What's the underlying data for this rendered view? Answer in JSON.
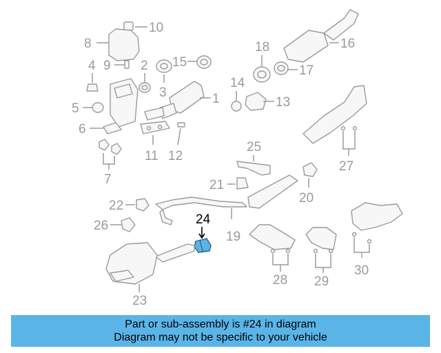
{
  "diagram": {
    "highlighted_part": "24",
    "callouts": [
      "1",
      "2",
      "3",
      "4",
      "5",
      "6",
      "7",
      "8",
      "9",
      "10",
      "11",
      "12",
      "13",
      "14",
      "15",
      "16",
      "17",
      "18",
      "19",
      "20",
      "21",
      "22",
      "23",
      "24",
      "25",
      "26",
      "27",
      "28",
      "29",
      "30"
    ]
  },
  "banner": {
    "line1": "Part or sub-assembly is #24 in diagram",
    "line2": "Diagram may not be specific to your vehicle"
  },
  "colors": {
    "highlight": "#5ab4e8",
    "part_outline": "#9a9a9a",
    "banner_background": "#5ab4e8"
  }
}
